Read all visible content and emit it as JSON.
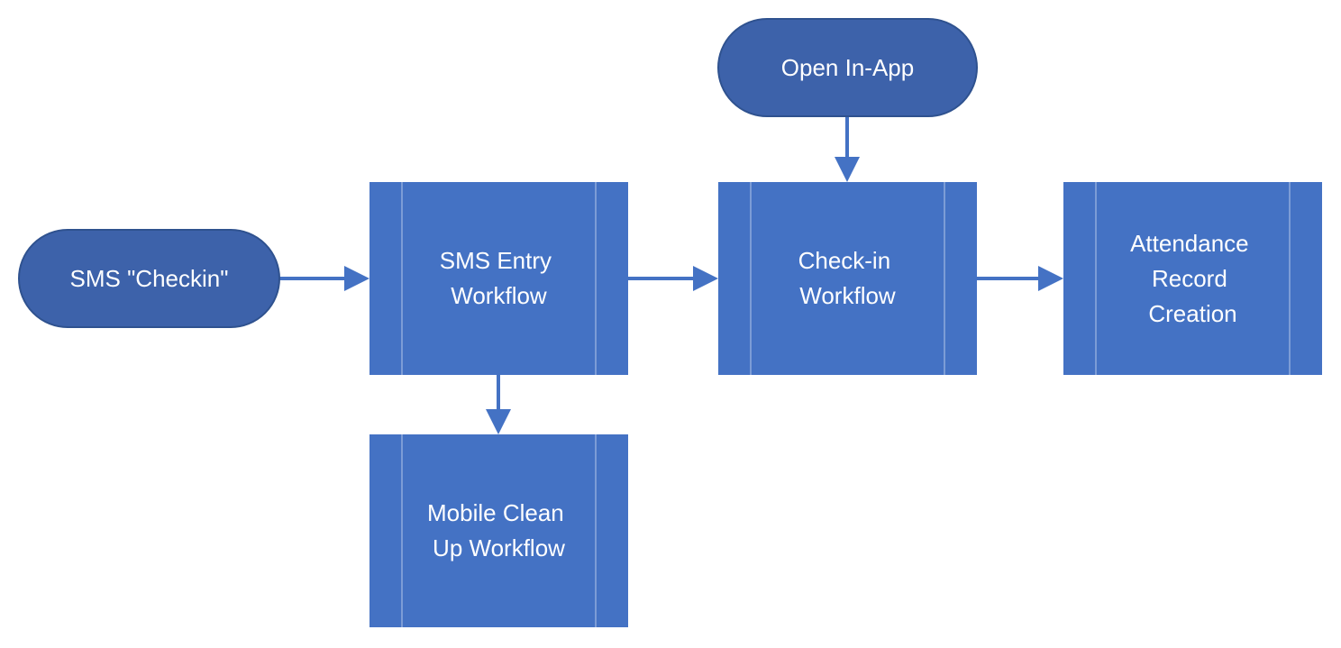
{
  "colors": {
    "node_fill": "#4472C4",
    "terminal_fill": "#3D62AA",
    "terminal_stroke": "#2F528F",
    "divider": "#8EA9DB",
    "connector": "#4472C4",
    "text": "#FFFFFF"
  },
  "nodes": {
    "sms_checkin": {
      "label_lines": [
        "SMS \"Checkin\""
      ],
      "shape": "terminator"
    },
    "open_in_app": {
      "label_lines": [
        "Open In-App"
      ],
      "shape": "terminator"
    },
    "sms_entry": {
      "label_lines": [
        "SMS Entry",
        "Workflow"
      ],
      "shape": "predefined-process"
    },
    "checkin_workflow": {
      "label_lines": [
        "Check-in",
        "Workflow"
      ],
      "shape": "predefined-process"
    },
    "attendance": {
      "label_lines": [
        "Attendance",
        "Record",
        "Creation"
      ],
      "shape": "predefined-process"
    },
    "mobile_cleanup": {
      "label_lines": [
        "Mobile Clean",
        "Up Workflow"
      ],
      "shape": "predefined-process"
    }
  },
  "edges": [
    {
      "from": "sms_checkin",
      "to": "sms_entry"
    },
    {
      "from": "sms_entry",
      "to": "checkin_workflow"
    },
    {
      "from": "open_in_app",
      "to": "checkin_workflow"
    },
    {
      "from": "checkin_workflow",
      "to": "attendance"
    },
    {
      "from": "sms_entry",
      "to": "mobile_cleanup"
    }
  ]
}
